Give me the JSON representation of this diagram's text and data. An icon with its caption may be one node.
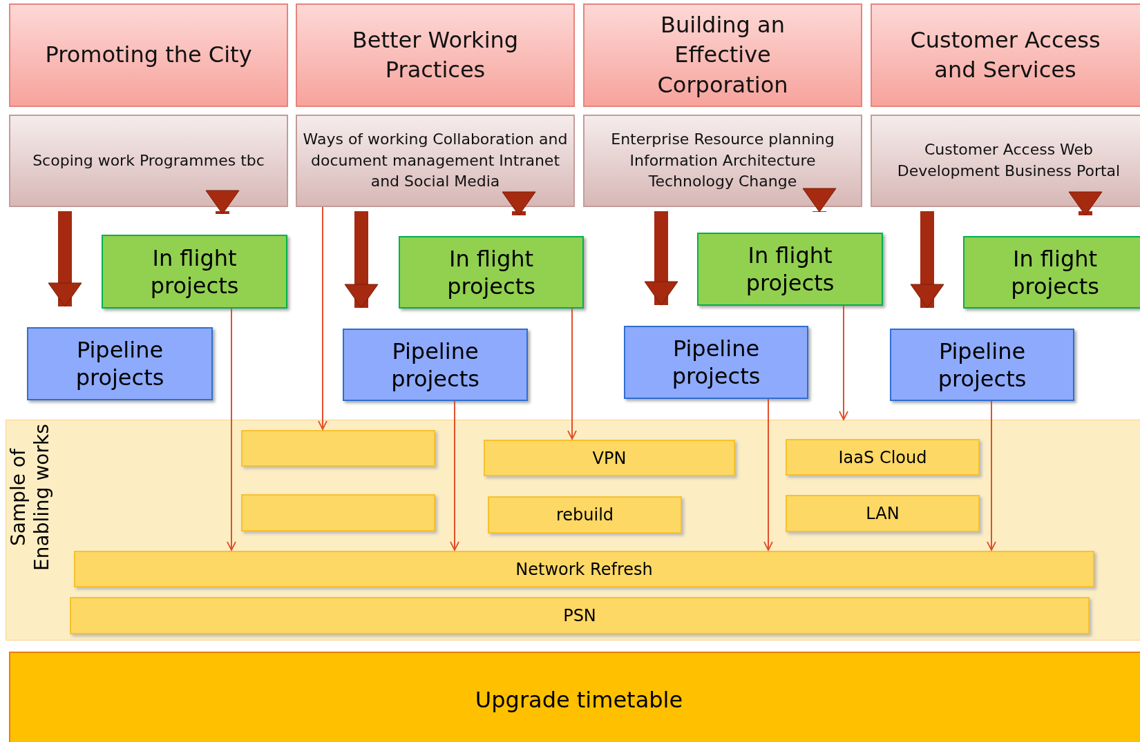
{
  "diagram": {
    "nodes": [
      {
        "text": [
          "Promoting the City"
        ]
      },
      {
        "text": [
          "Better Working Practices"
        ]
      },
      {
        "text": [
          "Building an Effective Corporation"
        ]
      },
      {
        "text": [
          "Customer Access and Services"
        ]
      },
      {
        "text": [
          "Scoping work Programmes tbc"
        ]
      },
      {
        "text": [
          "Ways of working Collaboration and document management Intranet and Social Media"
        ]
      },
      {
        "text": [
          "Enterprise Resource planning Information Architecture Technology Change"
        ]
      },
      {
        "text": [
          "Customer Access Web Development Business Portal"
        ]
      },
      {
        "text": [
          "In flight projects"
        ]
      },
      {
        "text": [
          "Pipeline projects"
        ]
      },
      {
        "text": [
          "In flight projects"
        ]
      },
      {
        "text": [
          "Pipeline projects"
        ]
      },
      {
        "text": [
          "In flight projects"
        ]
      },
      {
        "text": [
          "Pipeline projects"
        ]
      },
      {
        "text": [
          "In flight projects"
        ]
      },
      {
        "text": [
          "Pipeline projects"
        ]
      },
      {
        "text": [
          "Sample of Enabling works"
        ]
      },
      {
        "text": [],
        "shape": "box",
        "in": 16
      },
      {
        "text": [
          "VPN"
        ],
        "in": 16
      },
      {
        "text": [
          "IaaS Cloud"
        ],
        "in": 16
      },
      {
        "text": [],
        "shape": "box",
        "in": 16
      },
      {
        "text": [
          "rebuild"
        ],
        "in": 16
      },
      {
        "text": [
          "LAN"
        ],
        "in": 16
      },
      {
        "text": [
          "Network Refresh"
        ],
        "in": 16
      },
      {
        "text": [
          "PSN"
        ],
        "in": 16
      },
      {
        "text": [
          "Upgrade timetable"
        ]
      }
    ],
    "edges": [
      {
        "from": 4,
        "to": 9,
        "arrow": "to"
      },
      {
        "from": 4,
        "to": 8,
        "arrow": "to"
      },
      {
        "from": 5,
        "to": 11,
        "arrow": "to"
      },
      {
        "from": 5,
        "to": 10,
        "arrow": "to"
      },
      {
        "from": 6,
        "to": 13,
        "arrow": "to"
      },
      {
        "from": 6,
        "to": 12,
        "arrow": "to"
      },
      {
        "from": 7,
        "to": 15,
        "arrow": "to"
      },
      {
        "from": 7,
        "to": 14,
        "arrow": "to"
      },
      {
        "from": 8,
        "to": 23,
        "arrow": "to",
        "color": "#e0502a"
      },
      {
        "from": 5,
        "to": 17,
        "arrow": "to",
        "color": "#e0502a"
      },
      {
        "from": 11,
        "to": 23,
        "arrow": "to",
        "color": "#e0502a"
      },
      {
        "from": 10,
        "to": 18,
        "arrow": "to",
        "color": "#e0502a"
      },
      {
        "from": 13,
        "to": 23,
        "arrow": "to",
        "color": "#e0502a"
      },
      {
        "from": 12,
        "to": 16,
        "arrow": "to",
        "color": "#e0502a"
      },
      {
        "from": 15,
        "to": 23,
        "arrow": "to",
        "color": "#e0502a"
      }
    ]
  }
}
